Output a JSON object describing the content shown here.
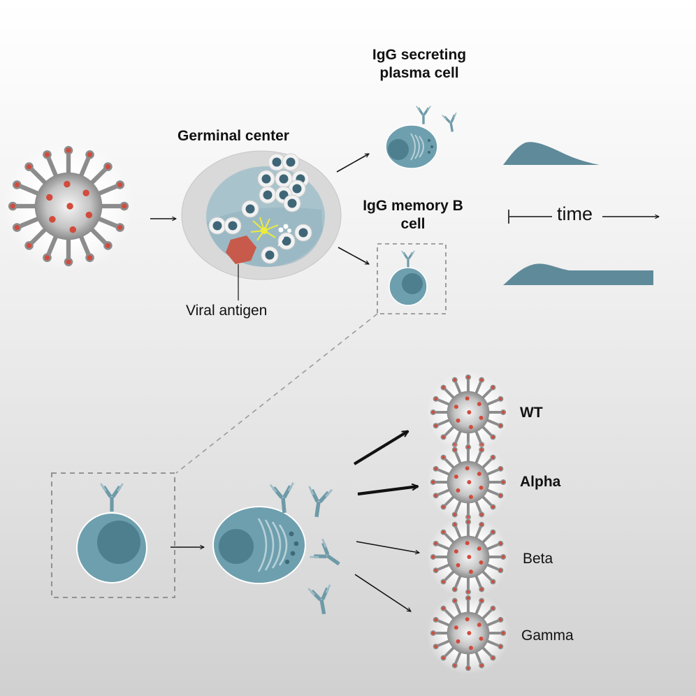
{
  "labels": {
    "plasma_cell": "IgG secreting plasma cell",
    "germinal_center": "Germinal center",
    "memory_cell": "IgG memory B cell",
    "time": "time",
    "viral_antigen": "Viral antigen"
  },
  "variants": [
    {
      "name": "WT"
    },
    {
      "name": "Alpha"
    },
    {
      "name": "Beta"
    },
    {
      "name": "Gamma"
    }
  ],
  "colors": {
    "cell_fill": "#6e9fae",
    "cell_nucleus": "#4e7f8f",
    "antibody": "#6e9aa8",
    "curve": "#5f8a99",
    "virus_spike": "#8c8c8c",
    "virus_dot": "#d24b3c",
    "antigen": "#c85a4b",
    "dendritic_cell": "#ecec3c",
    "germinal_outer": "#d9d9d9",
    "germinal_inner": "#a9c3cc"
  },
  "icons": [
    "virus-icon",
    "antibody-icon",
    "b-cell-icon",
    "plasma-cell-icon",
    "arrow-icon"
  ]
}
